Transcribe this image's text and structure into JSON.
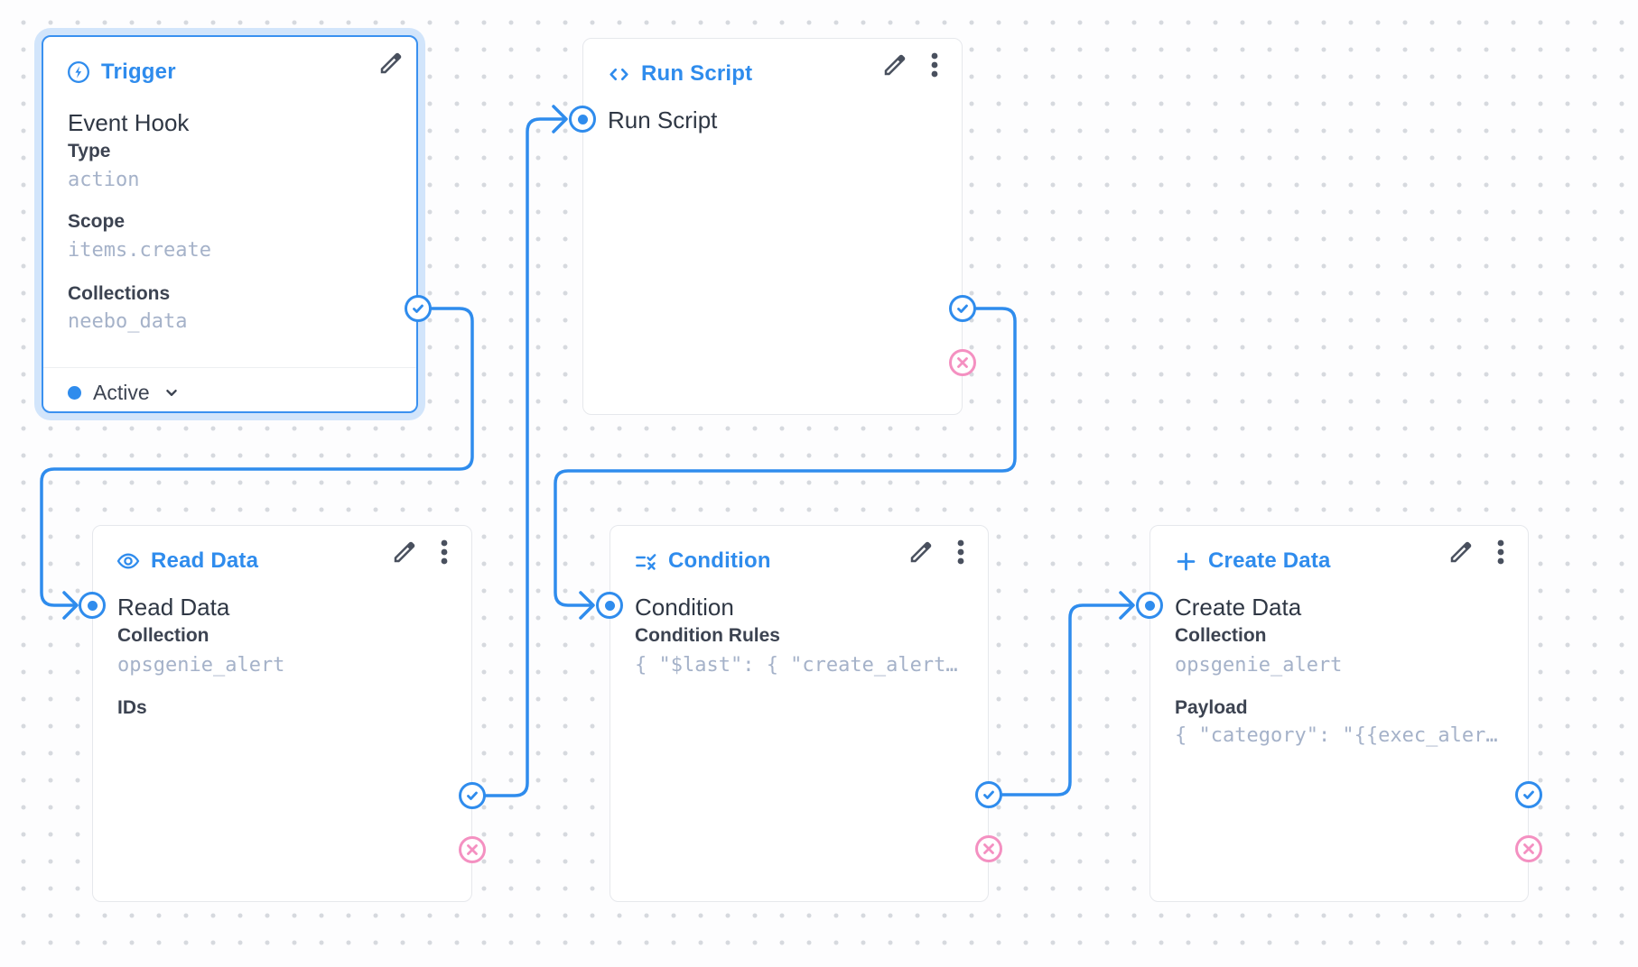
{
  "app": {
    "view": "flow-editor",
    "colors": {
      "primary_blue": "#2f8ced",
      "reject_pink": "#f490c1",
      "value_muted": "#a5b2c9",
      "text_dark": "#2f3744",
      "node_border": "#e6e8ec",
      "grid_dot": "#d6d9de"
    }
  },
  "icons": {
    "trigger": "bolt-circle-icon",
    "run_script": "code-brackets-icon",
    "read_data": "eye-icon",
    "condition": "rule-icon",
    "create_data": "plus-icon",
    "edit": "pencil-icon",
    "menu": "kebab-menu-icon",
    "resolve_port": "check-circle-icon",
    "reject_port": "x-circle-icon",
    "input_port": "radio-dot-icon",
    "status_chevron": "chevron-down-icon"
  },
  "nodes": {
    "trigger": {
      "title": "Trigger",
      "subtitle": "Event Hook",
      "fields": [
        {
          "name": "Type",
          "value": "action"
        },
        {
          "name": "Scope",
          "value": "items.create"
        },
        {
          "name": "Collections",
          "value": "neebo_data"
        }
      ],
      "status": "Active",
      "selected": true
    },
    "run_script": {
      "title": "Run Script",
      "input_label": "Run Script"
    },
    "read_data": {
      "title": "Read Data",
      "input_label": "Read Data",
      "fields": [
        {
          "name": "Collection",
          "value": "opsgenie_alert"
        },
        {
          "name": "IDs",
          "value": ""
        }
      ]
    },
    "condition": {
      "title": "Condition",
      "input_label": "Condition",
      "fields": [
        {
          "name": "Condition Rules",
          "value": "{ \"$last\": { \"create_alert…"
        }
      ]
    },
    "create_data": {
      "title": "Create Data",
      "input_label": "Create Data",
      "fields": [
        {
          "name": "Collection",
          "value": "opsgenie_alert"
        },
        {
          "name": "Payload",
          "value": "{ \"category\": \"{{exec_aler…"
        }
      ]
    }
  },
  "connections": [
    {
      "from": "trigger.resolve",
      "to": "read_data.input"
    },
    {
      "from": "read_data.resolve",
      "to": "run_script.input"
    },
    {
      "from": "run_script.resolve",
      "to": "condition.input"
    },
    {
      "from": "condition.resolve",
      "to": "create_data.input"
    }
  ]
}
